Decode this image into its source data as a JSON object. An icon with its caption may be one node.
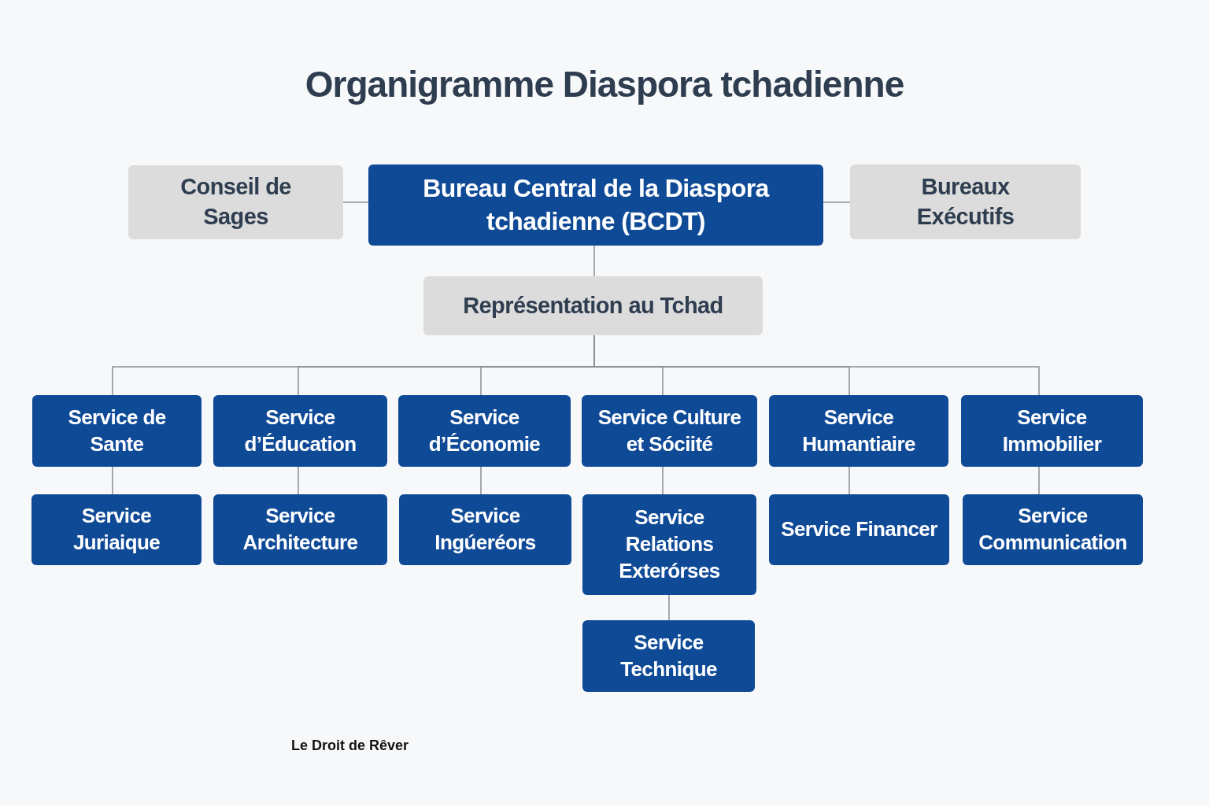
{
  "diagram": {
    "title": "Organigramme Diaspora tchadienne",
    "nodes": [
      {
        "text": [
          "Conseil de Sages"
        ]
      },
      {
        "text": [
          "Bureau Central de la Diaspora tchadienne (BCDT)"
        ]
      },
      {
        "text": [
          "Bureaux Exécutifs"
        ]
      },
      {
        "text": [
          "Représentation au Tchad"
        ]
      },
      {
        "text": [
          "Service de Sante"
        ]
      },
      {
        "text": [
          "Service d’Éducation"
        ]
      },
      {
        "text": [
          "Service d’Économie"
        ]
      },
      {
        "text": [
          "Service Culture et Sóciité"
        ]
      },
      {
        "text": [
          "Service Humantiaire"
        ]
      },
      {
        "text": [
          "Service Immobilier"
        ]
      },
      {
        "text": [
          "Service Juriaique"
        ]
      },
      {
        "text": [
          "Service Architecture"
        ]
      },
      {
        "text": [
          "Service Ingúeréors"
        ]
      },
      {
        "text": [
          "Service Relations Exterórses"
        ]
      },
      {
        "text": [
          "Service Financer"
        ]
      },
      {
        "text": [
          "Service Communication"
        ]
      },
      {
        "text": [
          "Service Technique"
        ]
      }
    ],
    "edges": [
      {
        "from": 0,
        "to": 1,
        "arrow": "none"
      },
      {
        "from": 1,
        "to": 2,
        "arrow": "none"
      },
      {
        "from": 1,
        "to": 3,
        "arrow": "none"
      },
      {
        "from": 3,
        "to": 4,
        "arrow": "none"
      },
      {
        "from": 3,
        "to": 5,
        "arrow": "none"
      },
      {
        "from": 3,
        "to": 6,
        "arrow": "none"
      },
      {
        "from": 3,
        "to": 7,
        "arrow": "none"
      },
      {
        "from": 3,
        "to": 8,
        "arrow": "none"
      },
      {
        "from": 3,
        "to": 9,
        "arrow": "none"
      },
      {
        "from": 4,
        "to": 10,
        "arrow": "none"
      },
      {
        "from": 5,
        "to": 11,
        "arrow": "none"
      },
      {
        "from": 6,
        "to": 12,
        "arrow": "none"
      },
      {
        "from": 7,
        "to": 13,
        "arrow": "none"
      },
      {
        "from": 8,
        "to": 14,
        "arrow": "none"
      },
      {
        "from": 9,
        "to": 15,
        "arrow": "none"
      },
      {
        "from": 13,
        "to": 16,
        "arrow": "none"
      }
    ],
    "labels": [
      "Le Droit de Rêver"
    ]
  }
}
